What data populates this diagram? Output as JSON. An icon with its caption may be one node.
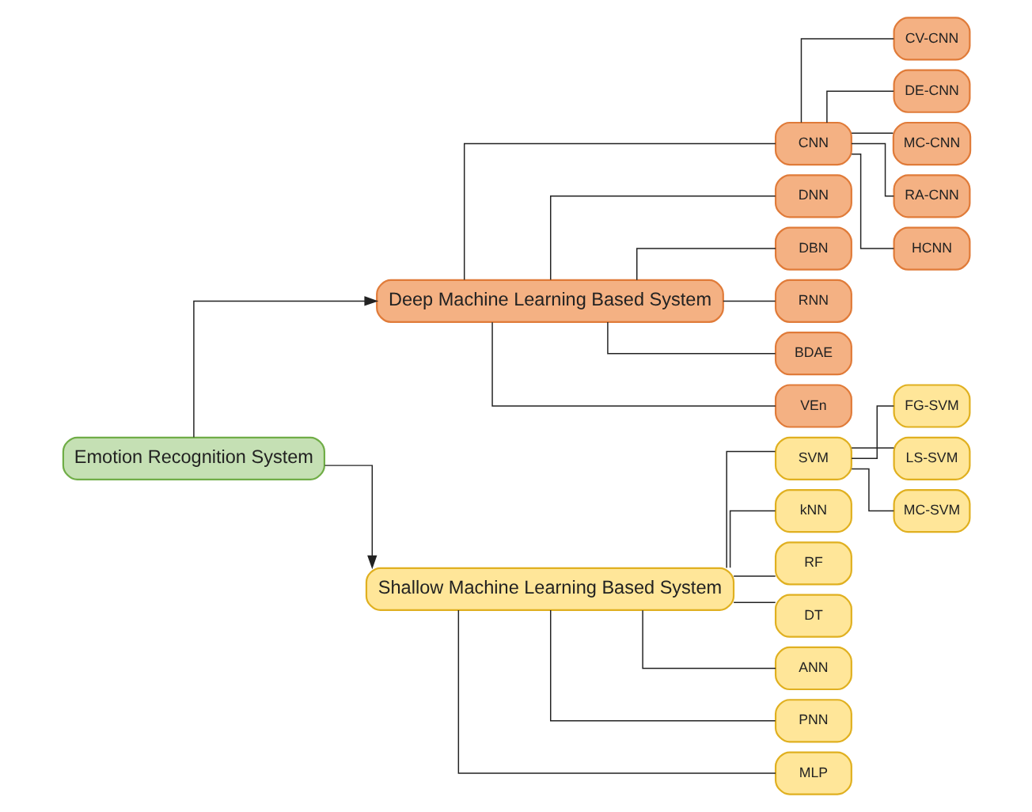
{
  "diagram": {
    "nodes": [
      {
        "text": [
          "Emotion Recognition System"
        ]
      },
      {
        "text": [
          "Deep Machine Learning Based System"
        ]
      },
      {
        "text": [
          "Shallow Machine Learning Based System"
        ]
      },
      {
        "text": [
          "CNN"
        ]
      },
      {
        "text": [
          "DNN"
        ]
      },
      {
        "text": [
          "DBN"
        ]
      },
      {
        "text": [
          "RNN"
        ]
      },
      {
        "text": [
          "BDAE"
        ]
      },
      {
        "text": [
          "VEn"
        ]
      },
      {
        "text": [
          "CV-CNN"
        ]
      },
      {
        "text": [
          "DE-CNN"
        ]
      },
      {
        "text": [
          "MC-CNN"
        ]
      },
      {
        "text": [
          "RA-CNN"
        ]
      },
      {
        "text": [
          "HCNN"
        ]
      },
      {
        "text": [
          "SVM"
        ]
      },
      {
        "text": [
          "kNN"
        ]
      },
      {
        "text": [
          "RF"
        ]
      },
      {
        "text": [
          "DT"
        ]
      },
      {
        "text": [
          "ANN"
        ]
      },
      {
        "text": [
          "PNN"
        ]
      },
      {
        "text": [
          "MLP"
        ]
      },
      {
        "text": [
          "FG-SVM"
        ]
      },
      {
        "text": [
          "LS-SVM"
        ]
      },
      {
        "text": [
          "MC-SVM"
        ]
      }
    ],
    "edges": [
      {
        "from": 0,
        "to": 1,
        "arrow": "to"
      },
      {
        "from": 0,
        "to": 2,
        "arrow": "to"
      },
      {
        "from": 1,
        "to": 3,
        "arrow": "none"
      },
      {
        "from": 1,
        "to": 4,
        "arrow": "none"
      },
      {
        "from": 1,
        "to": 5,
        "arrow": "none"
      },
      {
        "from": 1,
        "to": 6,
        "arrow": "none"
      },
      {
        "from": 1,
        "to": 7,
        "arrow": "none"
      },
      {
        "from": 1,
        "to": 8,
        "arrow": "none"
      },
      {
        "from": 3,
        "to": 9,
        "arrow": "none"
      },
      {
        "from": 3,
        "to": 10,
        "arrow": "none"
      },
      {
        "from": 3,
        "to": 11,
        "arrow": "none"
      },
      {
        "from": 3,
        "to": 12,
        "arrow": "none"
      },
      {
        "from": 3,
        "to": 13,
        "arrow": "none"
      },
      {
        "from": 2,
        "to": 14,
        "arrow": "none"
      },
      {
        "from": 2,
        "to": 15,
        "arrow": "none"
      },
      {
        "from": 2,
        "to": 16,
        "arrow": "none"
      },
      {
        "from": 2,
        "to": 17,
        "arrow": "none"
      },
      {
        "from": 2,
        "to": 18,
        "arrow": "none"
      },
      {
        "from": 2,
        "to": 19,
        "arrow": "none"
      },
      {
        "from": 2,
        "to": 20,
        "arrow": "none"
      },
      {
        "from": 14,
        "to": 21,
        "arrow": "none"
      },
      {
        "from": 14,
        "to": 22,
        "arrow": "none"
      },
      {
        "from": 14,
        "to": 23,
        "arrow": "none"
      }
    ]
  }
}
